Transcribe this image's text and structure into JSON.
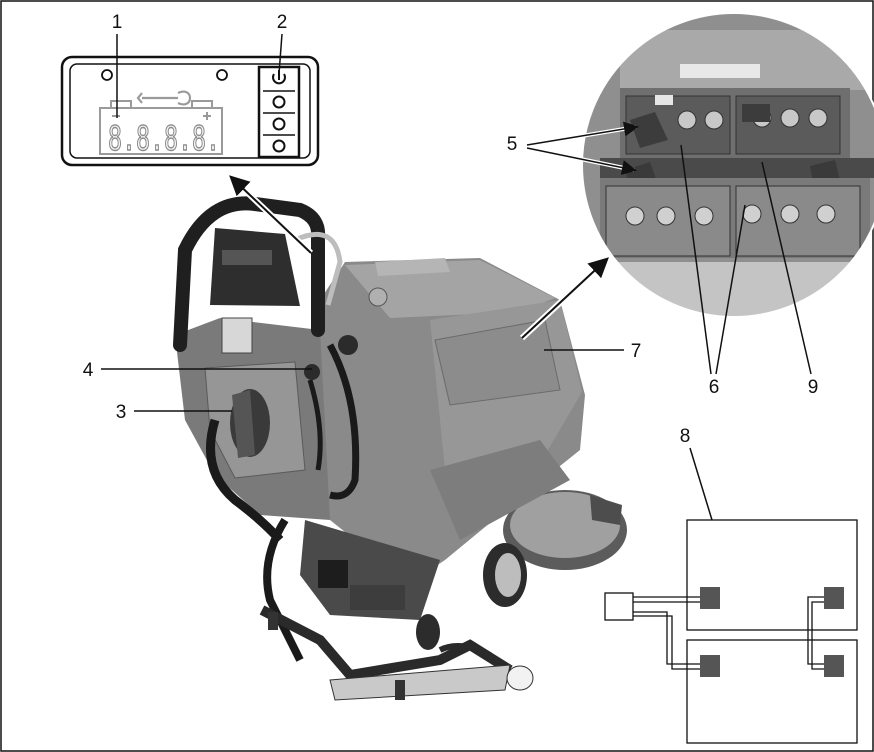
{
  "callouts": {
    "c1": "1",
    "c2": "2",
    "c3": "3",
    "c4": "4",
    "c5": "5",
    "c6": "6",
    "c7": "7",
    "c8": "8",
    "c9": "9"
  },
  "display": {
    "digits": "8.8.8.8."
  },
  "colors": {
    "ink": "#111111",
    "machine_body": "#8c8c8c",
    "machine_dark": "#2b2b2b",
    "battery_grey": "#b9b9b9",
    "terminal": "#555555"
  },
  "icons": {
    "wrench": "wrench-icon",
    "battery": "battery-icon",
    "power": "power-icon"
  }
}
